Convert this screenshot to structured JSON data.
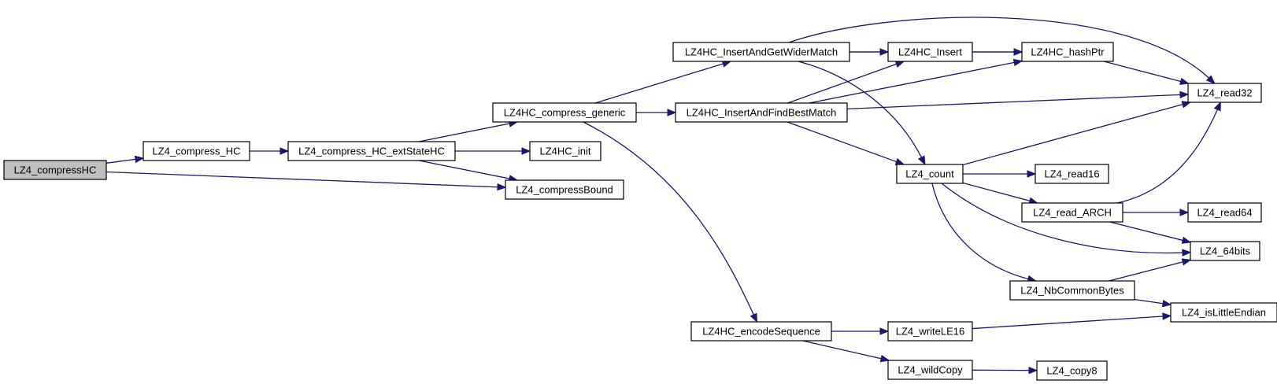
{
  "graph": {
    "nodes": [
      {
        "id": "LZ4_compressHC",
        "label": "LZ4_compressHC",
        "highlight": true
      },
      {
        "id": "LZ4_compress_HC",
        "label": "LZ4_compress_HC"
      },
      {
        "id": "LZ4_compress_HC_extStateHC",
        "label": "LZ4_compress_HC_extStateHC"
      },
      {
        "id": "LZ4HC_compress_generic",
        "label": "LZ4HC_compress_generic"
      },
      {
        "id": "LZ4HC_init",
        "label": "LZ4HC_init"
      },
      {
        "id": "LZ4_compressBound",
        "label": "LZ4_compressBound"
      },
      {
        "id": "LZ4HC_InsertAndGetWiderMatch",
        "label": "LZ4HC_InsertAndGetWiderMatch"
      },
      {
        "id": "LZ4HC_InsertAndFindBestMatch",
        "label": "LZ4HC_InsertAndFindBestMatch"
      },
      {
        "id": "LZ4HC_encodeSequence",
        "label": "LZ4HC_encodeSequence"
      },
      {
        "id": "LZ4HC_Insert",
        "label": "LZ4HC_Insert"
      },
      {
        "id": "LZ4HC_hashPtr",
        "label": "LZ4HC_hashPtr"
      },
      {
        "id": "LZ4_read32",
        "label": "LZ4_read32"
      },
      {
        "id": "LZ4_count",
        "label": "LZ4_count"
      },
      {
        "id": "LZ4_read16",
        "label": "LZ4_read16"
      },
      {
        "id": "LZ4_read_ARCH",
        "label": "LZ4_read_ARCH"
      },
      {
        "id": "LZ4_read64",
        "label": "LZ4_read64"
      },
      {
        "id": "LZ4_64bits",
        "label": "LZ4_64bits"
      },
      {
        "id": "LZ4_NbCommonBytes",
        "label": "LZ4_NbCommonBytes"
      },
      {
        "id": "LZ4_isLittleEndian",
        "label": "LZ4_isLittleEndian"
      },
      {
        "id": "LZ4_writeLE16",
        "label": "LZ4_writeLE16"
      },
      {
        "id": "LZ4_wildCopy",
        "label": "LZ4_wildCopy"
      },
      {
        "id": "LZ4_copy8",
        "label": "LZ4_copy8"
      }
    ],
    "edges": [
      [
        "LZ4_compressHC",
        "LZ4_compress_HC"
      ],
      [
        "LZ4_compressHC",
        "LZ4_compressBound"
      ],
      [
        "LZ4_compress_HC",
        "LZ4_compress_HC_extStateHC"
      ],
      [
        "LZ4_compress_HC_extStateHC",
        "LZ4HC_compress_generic"
      ],
      [
        "LZ4_compress_HC_extStateHC",
        "LZ4HC_init"
      ],
      [
        "LZ4_compress_HC_extStateHC",
        "LZ4_compressBound"
      ],
      [
        "LZ4HC_compress_generic",
        "LZ4HC_InsertAndGetWiderMatch"
      ],
      [
        "LZ4HC_compress_generic",
        "LZ4HC_InsertAndFindBestMatch"
      ],
      [
        "LZ4HC_compress_generic",
        "LZ4HC_encodeSequence"
      ],
      [
        "LZ4HC_InsertAndGetWiderMatch",
        "LZ4HC_Insert"
      ],
      [
        "LZ4HC_InsertAndGetWiderMatch",
        "LZ4HC_hashPtr"
      ],
      [
        "LZ4HC_InsertAndGetWiderMatch",
        "LZ4_read32"
      ],
      [
        "LZ4HC_InsertAndGetWiderMatch",
        "LZ4_count"
      ],
      [
        "LZ4HC_InsertAndFindBestMatch",
        "LZ4HC_Insert"
      ],
      [
        "LZ4HC_InsertAndFindBestMatch",
        "LZ4HC_hashPtr"
      ],
      [
        "LZ4HC_InsertAndFindBestMatch",
        "LZ4_read32"
      ],
      [
        "LZ4HC_InsertAndFindBestMatch",
        "LZ4_count"
      ],
      [
        "LZ4HC_Insert",
        "LZ4HC_hashPtr"
      ],
      [
        "LZ4HC_hashPtr",
        "LZ4_read32"
      ],
      [
        "LZ4_count",
        "LZ4_read32"
      ],
      [
        "LZ4_count",
        "LZ4_read16"
      ],
      [
        "LZ4_count",
        "LZ4_read_ARCH"
      ],
      [
        "LZ4_count",
        "LZ4_64bits"
      ],
      [
        "LZ4_count",
        "LZ4_NbCommonBytes"
      ],
      [
        "LZ4_read_ARCH",
        "LZ4_read32"
      ],
      [
        "LZ4_read_ARCH",
        "LZ4_read64"
      ],
      [
        "LZ4_read_ARCH",
        "LZ4_64bits"
      ],
      [
        "LZ4_NbCommonBytes",
        "LZ4_64bits"
      ],
      [
        "LZ4_NbCommonBytes",
        "LZ4_isLittleEndian"
      ],
      [
        "LZ4HC_encodeSequence",
        "LZ4_writeLE16"
      ],
      [
        "LZ4HC_encodeSequence",
        "LZ4_wildCopy"
      ],
      [
        "LZ4_writeLE16",
        "LZ4_isLittleEndian"
      ],
      [
        "LZ4_wildCopy",
        "LZ4_copy8"
      ]
    ]
  },
  "colors": {
    "edge": "#191970",
    "node_border": "#000000",
    "node_fill": "#ffffff",
    "root_fill": "#bfbfbf"
  }
}
